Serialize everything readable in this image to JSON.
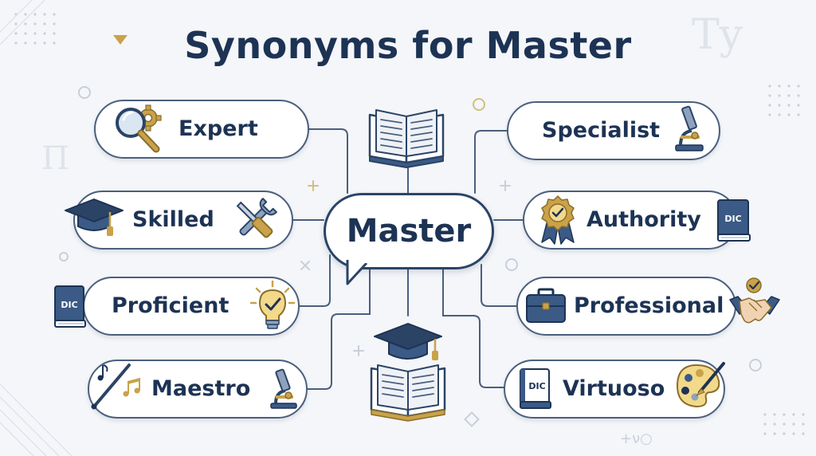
{
  "title": "Synonyms for Master",
  "center": {
    "label": "Master"
  },
  "synonyms": [
    {
      "label": "Expert",
      "icon": "magnifier-gear-icon"
    },
    {
      "label": "Skilled",
      "icon": "graduation-cap-icon"
    },
    {
      "label": "Proficient",
      "icon": "lightbulb-check-icon"
    },
    {
      "label": "Maestro",
      "icon": "baton-music-icon"
    },
    {
      "label": "Specialist",
      "icon": "microscope-icon"
    },
    {
      "label": "Authority",
      "icon": "award-badge-icon"
    },
    {
      "label": "Professional",
      "icon": "briefcase-icon"
    },
    {
      "label": "Virtuoso",
      "icon": "palette-icon"
    }
  ],
  "dictionary_label": "DIC",
  "decorations": {
    "corner_glyphs": "Ty",
    "bottom_glyphs": "+ν○"
  },
  "colors": {
    "navy": "#1d3354",
    "border": "#4a5f7d",
    "blue_icon": "#3b5a85",
    "gold": "#c9a24a",
    "background": "#f4f6f9"
  }
}
